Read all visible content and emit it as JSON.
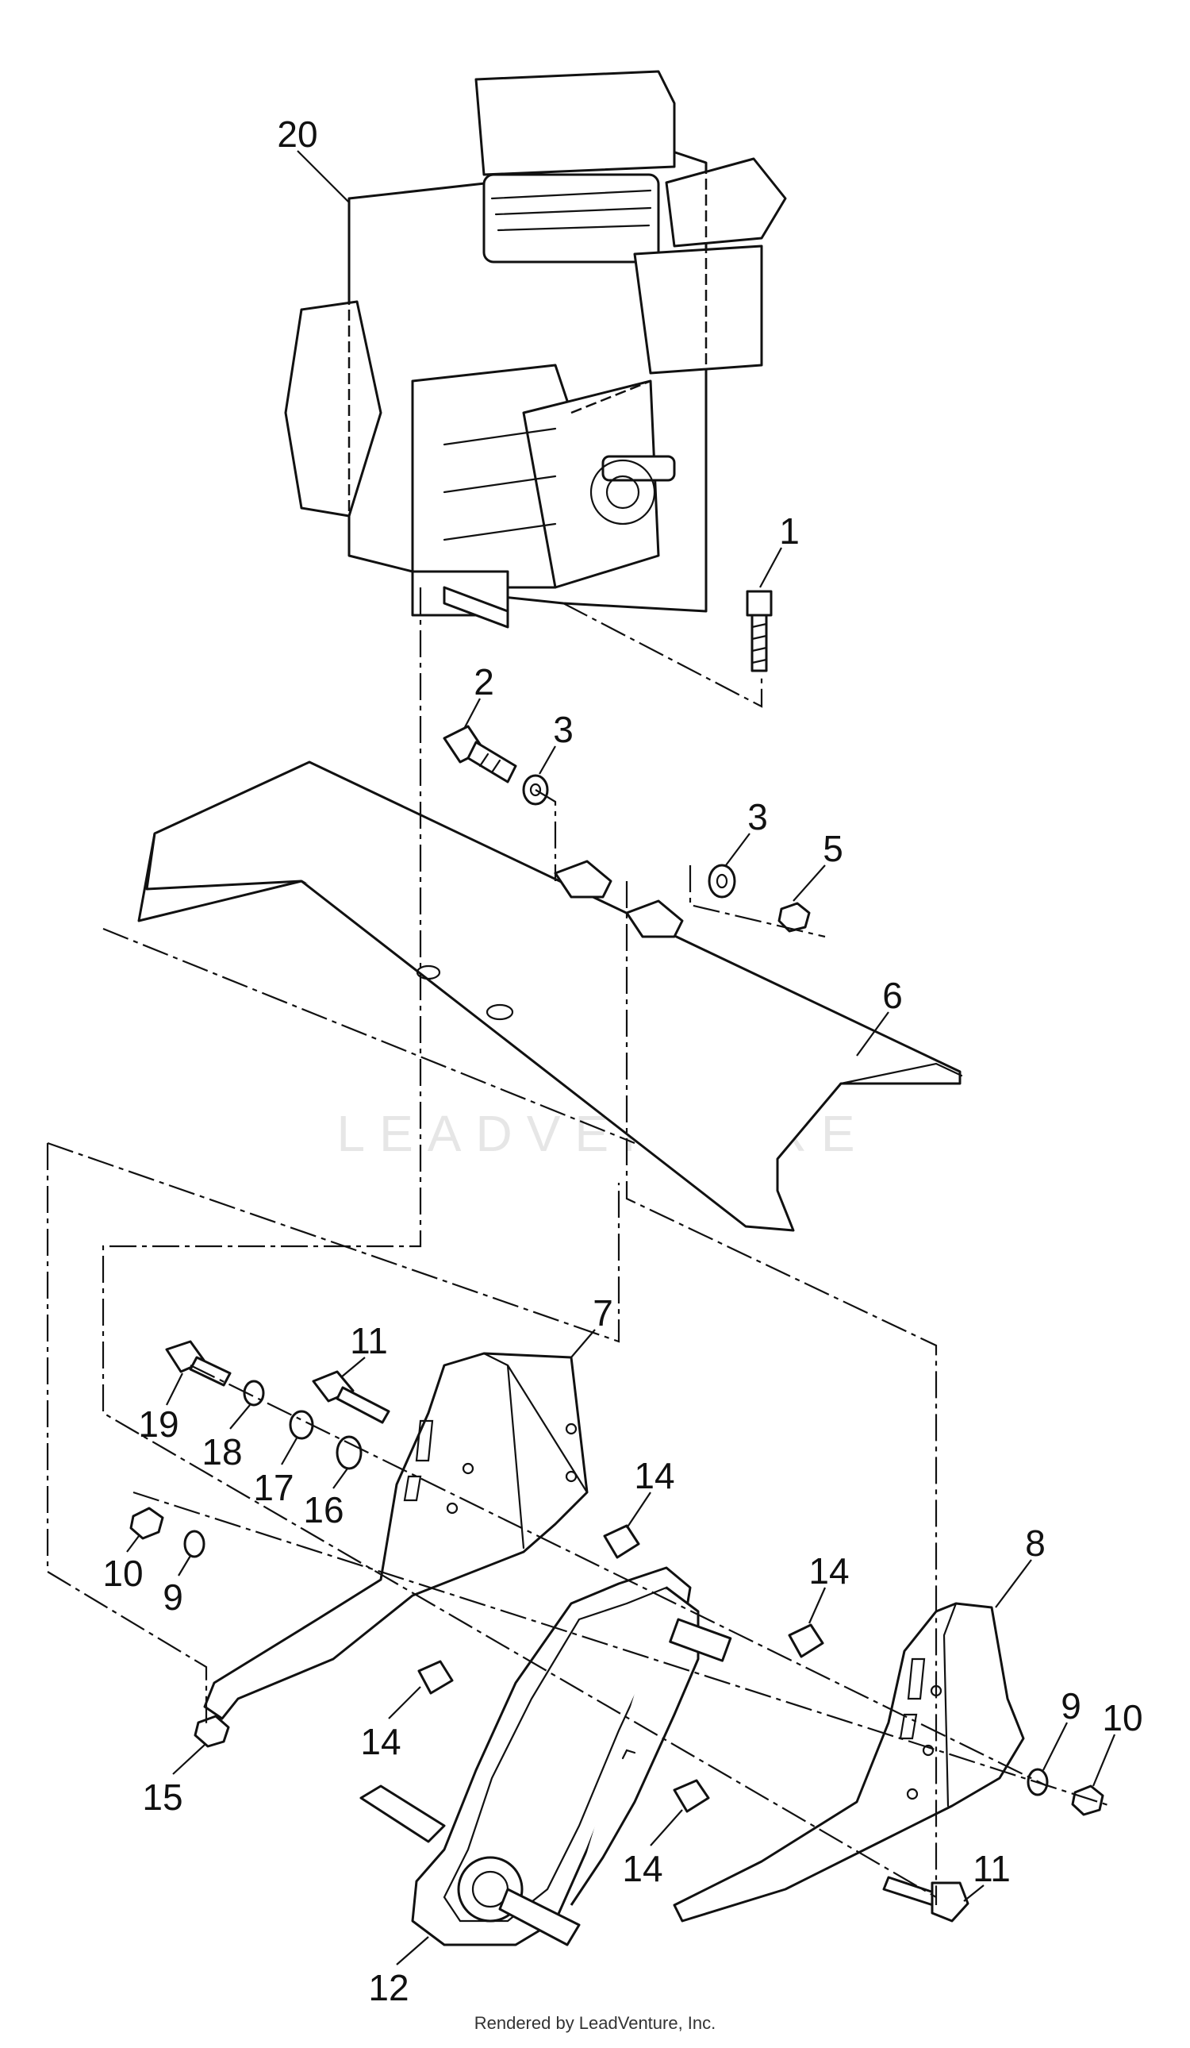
{
  "watermark": "LEADVENTURE",
  "footer": "Rendered by LeadVenture, Inc.",
  "callouts": [
    "20",
    "1",
    "2",
    "3",
    "3",
    "5",
    "6",
    "11",
    "7",
    "19",
    "18",
    "17",
    "16",
    "14",
    "10",
    "9",
    "14",
    "8",
    "9",
    "10",
    "14",
    "15",
    "14",
    "11",
    "12"
  ]
}
